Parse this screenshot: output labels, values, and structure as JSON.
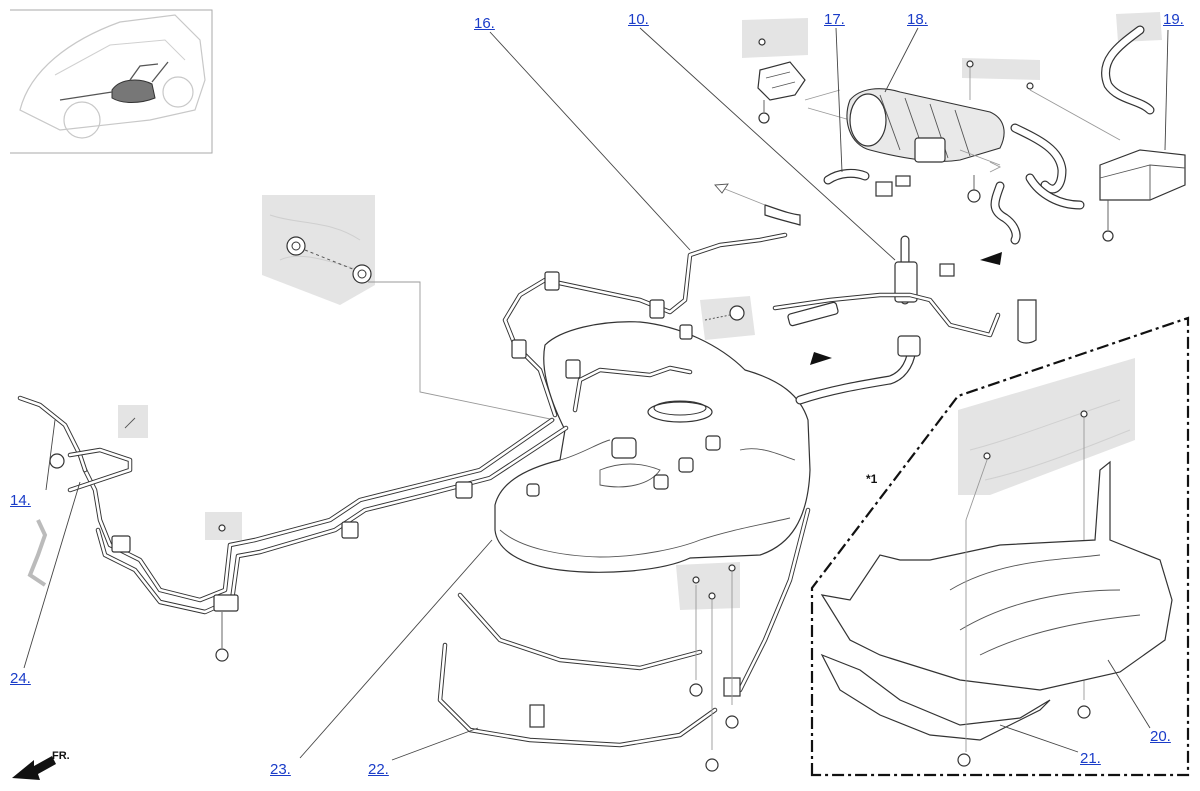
{
  "callouts": [
    {
      "id": "16",
      "label": "16."
    },
    {
      "id": "10",
      "label": "10."
    },
    {
      "id": "17",
      "label": "17."
    },
    {
      "id": "18",
      "label": "18."
    },
    {
      "id": "19",
      "label": "19."
    },
    {
      "id": "14",
      "label": "14."
    },
    {
      "id": "24",
      "label": "24."
    },
    {
      "id": "23",
      "label": "23."
    },
    {
      "id": "22",
      "label": "22."
    },
    {
      "id": "20",
      "label": "20."
    },
    {
      "id": "21",
      "label": "21."
    }
  ],
  "note_marker": "*1",
  "front_label": "FR.",
  "colors": {
    "callout_link": "#1a3cc8",
    "line": "#333333",
    "panel_gray": "#e4e4e4"
  }
}
